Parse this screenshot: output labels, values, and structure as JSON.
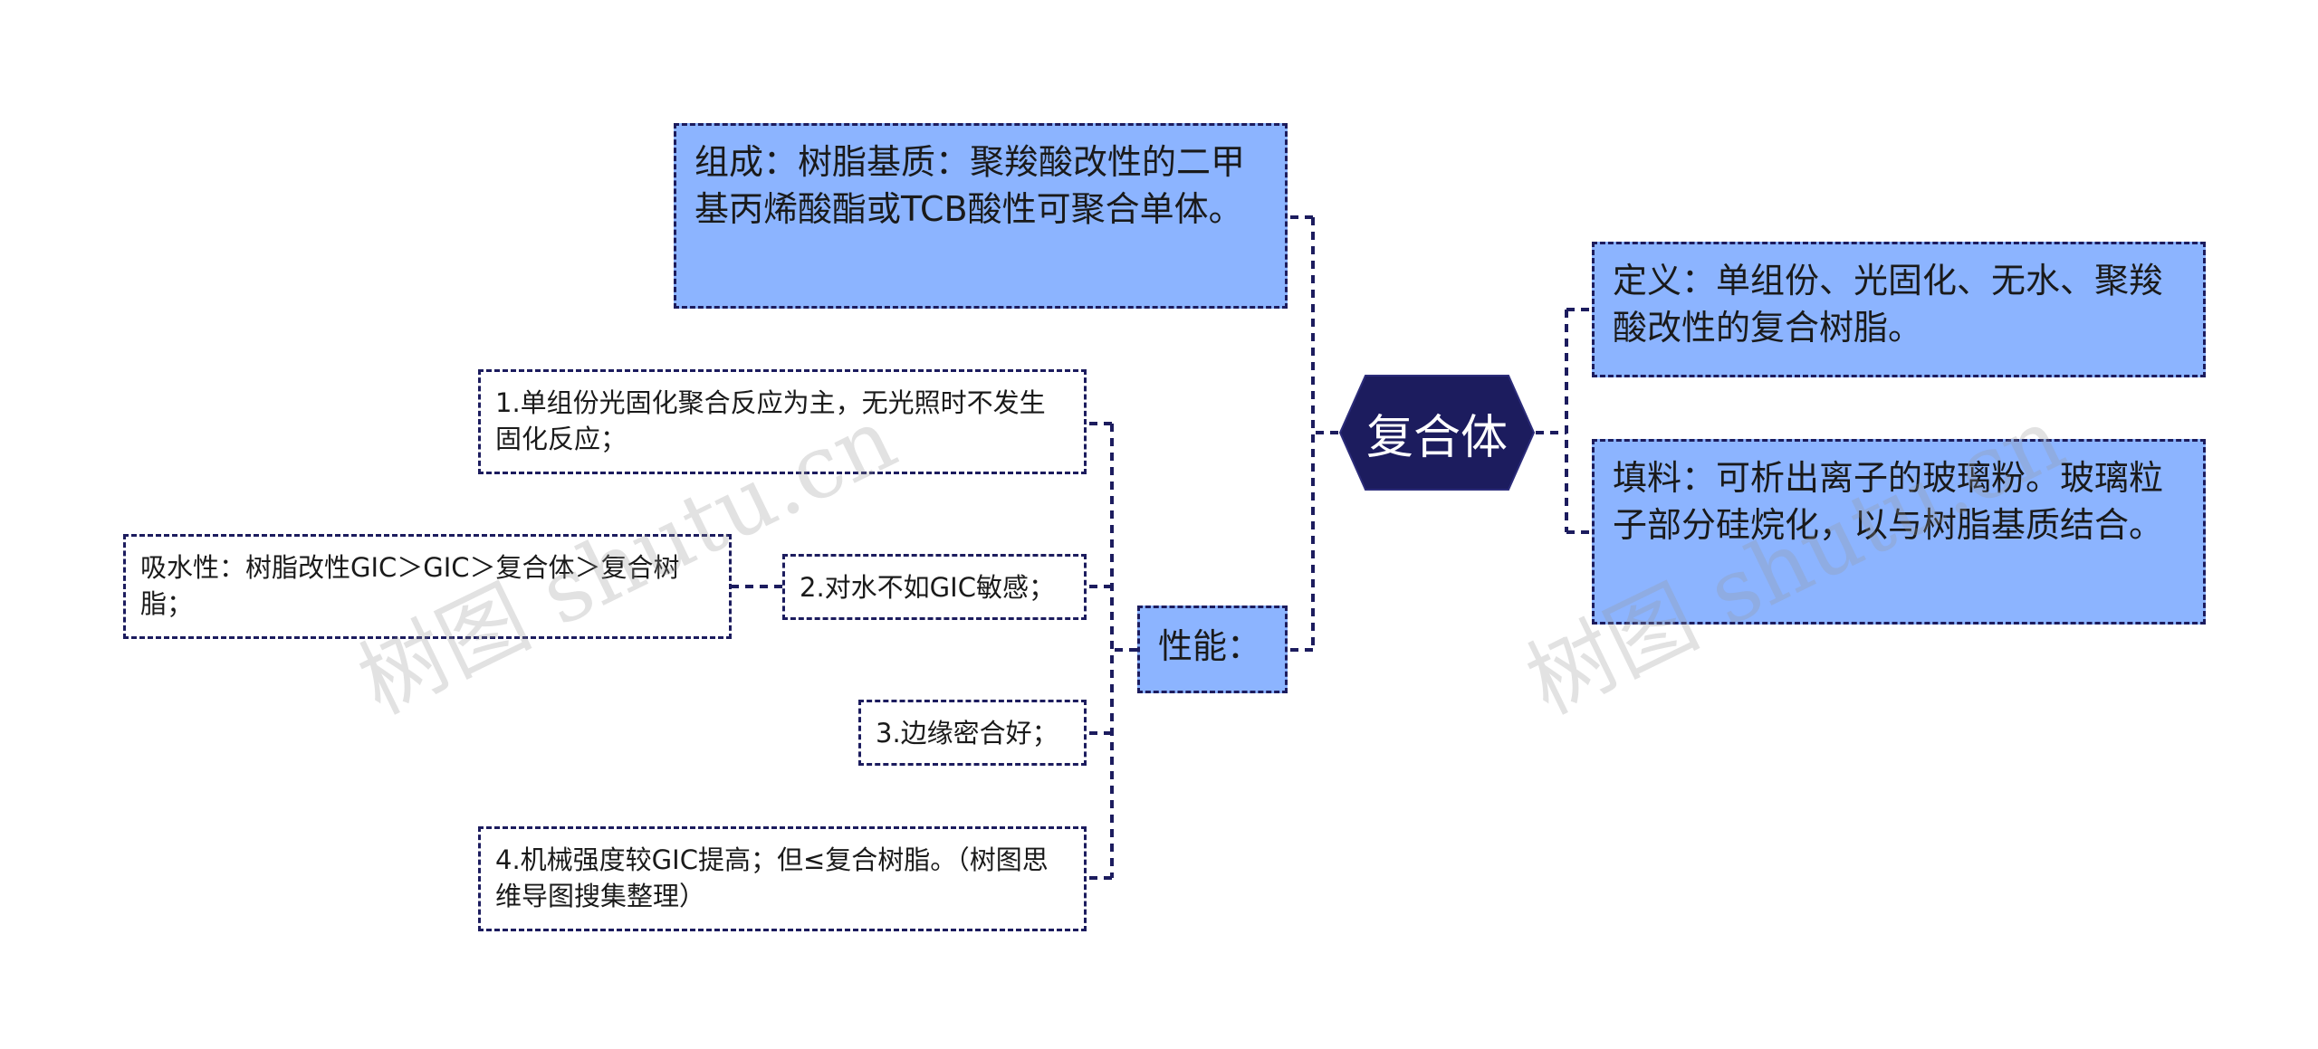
{
  "center": {
    "label": "复合体"
  },
  "right": [
    {
      "text": "定义：单组份、光固化、无水、聚羧酸改性的复合树脂。"
    },
    {
      "text": "填料：可析出离子的玻璃粉。玻璃粒子部分硅烷化，以与树脂基质结合。"
    }
  ],
  "left": {
    "composition": "组成：树脂基质：聚羧酸改性的二甲基丙烯酸酯或TCB酸性可聚合单体。",
    "performance": {
      "label": "性能：",
      "items": [
        "1.单组份光固化聚合反应为主，无光照时不发生固化反应；",
        "2.对水不如GIC敏感；",
        "3.边缘密合好；",
        "4.机械强度较GIC提高；但≤复合树脂。（树图思维导图搜集整理）"
      ],
      "sub_item": "吸水性：树脂改性GIC＞GIC＞复合体＞复合树脂；"
    }
  },
  "watermarks": [
    "树图 shutu.cn",
    "树图 shutu.cn"
  ],
  "colors": {
    "center_fill": "#1c1c5e",
    "blue_node": "#8cb4ff",
    "line": "#1c1c5e"
  }
}
